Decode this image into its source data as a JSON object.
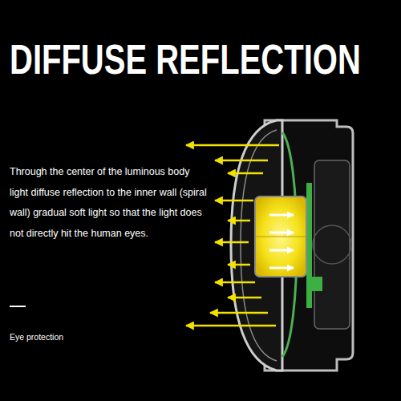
{
  "diagram": {
    "title": "DIFFUSE REFLECTION",
    "labels": [
      "Through the center of the luminous body light diffuse reflection to the inner wall (spiral wall) gradual soft light so that the light does not directly hit the human eyes.",
      "Eye protection"
    ]
  }
}
